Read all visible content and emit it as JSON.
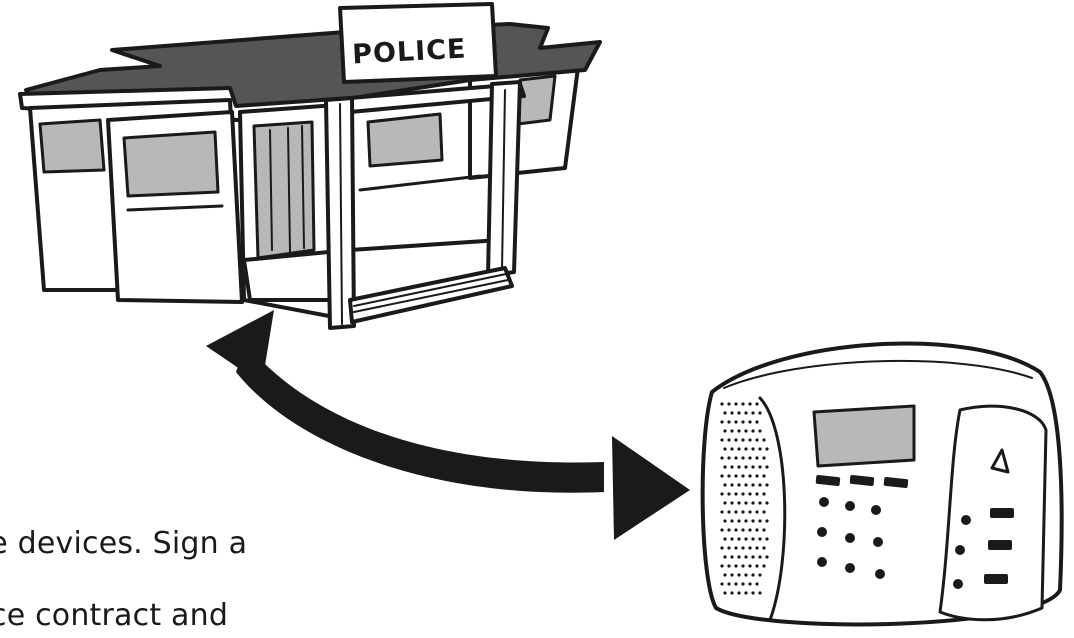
{
  "building": {
    "sign_text": "POLICE",
    "icon": "police-station"
  },
  "device": {
    "icon": "alarm-control-panel"
  },
  "caption": {
    "line1": "he devices. Sign a",
    "line2": "ce contract and"
  },
  "colors": {
    "ink": "#1a1a1a",
    "roof": "#555555",
    "window": "#b8b8b8",
    "background": "#ffffff"
  }
}
